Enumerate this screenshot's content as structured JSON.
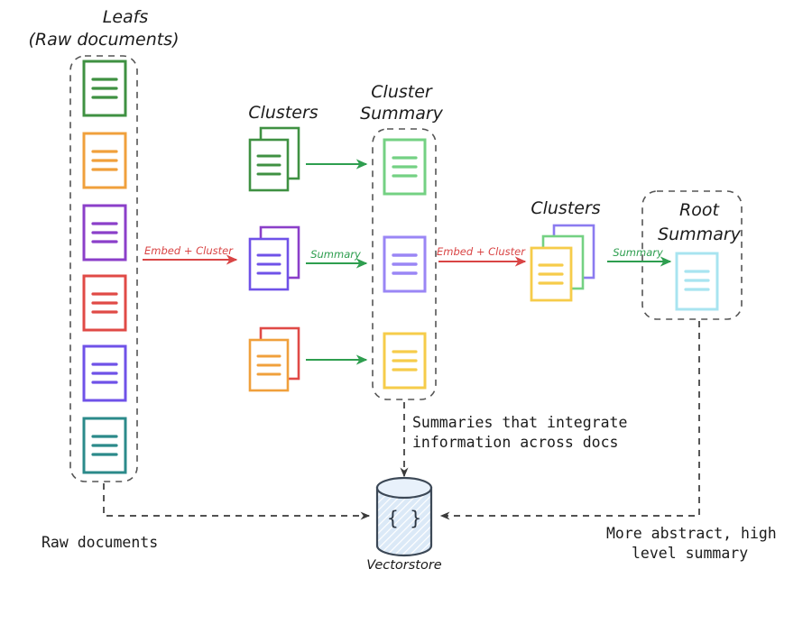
{
  "diagram": {
    "title_labels": {
      "leafs": "Leafs",
      "leafs_sub": "(Raw documents)",
      "clusters_1": "Clusters",
      "cluster_summary_1": "Cluster",
      "cluster_summary_2": "Summary",
      "clusters_2": "Clusters",
      "root_summary_1": "Root",
      "root_summary_2": "Summary"
    },
    "arrow_labels": {
      "embed_cluster_1": "Embed + Cluster",
      "summary_1": "Summary",
      "embed_cluster_2": "Embed + Cluster",
      "summary_2": "Summary"
    },
    "annotations": {
      "summaries_line1": "Summaries that integrate",
      "summaries_line2": "information across docs",
      "raw_documents": "Raw documents",
      "more_abstract_line1": "More abstract, high",
      "more_abstract_line2": "level summary"
    },
    "vectorstore": {
      "label": "Vectorstore",
      "glyph": "{ }"
    },
    "colors": {
      "green": "#3f9142",
      "green_light": "#74d183",
      "orange": "#f0a03c",
      "purple": "#8b3fc9",
      "red": "#e04a46",
      "blue_violet": "#6f52e8",
      "blue_violet_light": "#9a86f5",
      "teal": "#2b8a8a",
      "yellow": "#f6cc4a",
      "cyan_light": "#a8e4f0",
      "arrow_red": "#d94545",
      "arrow_green": "#2e9e4f",
      "dash_gray": "#555555",
      "text_black": "#1b1b1b",
      "cylinder_fill": "#dbe9f7",
      "cylinder_stroke": "#3c4856"
    },
    "leaf_documents": [
      {
        "color_name": "green",
        "hex": "#3f9142"
      },
      {
        "color_name": "orange",
        "hex": "#f0a03c"
      },
      {
        "color_name": "purple",
        "hex": "#8b3fc9"
      },
      {
        "color_name": "red",
        "hex": "#e04a46"
      },
      {
        "color_name": "blue-violet",
        "hex": "#6f52e8"
      },
      {
        "color_name": "teal",
        "hex": "#2b8a8a"
      }
    ],
    "clusters_stage1": [
      {
        "front_hex": "#3f9142",
        "back_hex": "#3f9142"
      },
      {
        "front_hex": "#6f52e8",
        "back_hex": "#8b3fc9"
      },
      {
        "front_hex": "#f0a03c",
        "back_hex": "#e04a46"
      }
    ],
    "cluster_summaries": [
      {
        "hex": "#74d183"
      },
      {
        "hex": "#9a86f5"
      },
      {
        "hex": "#f6cc4a"
      }
    ],
    "clusters_stage2": [
      {
        "front_hex": "#f6cc4a",
        "mid_hex": "#74d183",
        "back_hex": "#8b7bf0"
      }
    ],
    "root_summary_doc": {
      "hex": "#a8e4f0"
    }
  }
}
